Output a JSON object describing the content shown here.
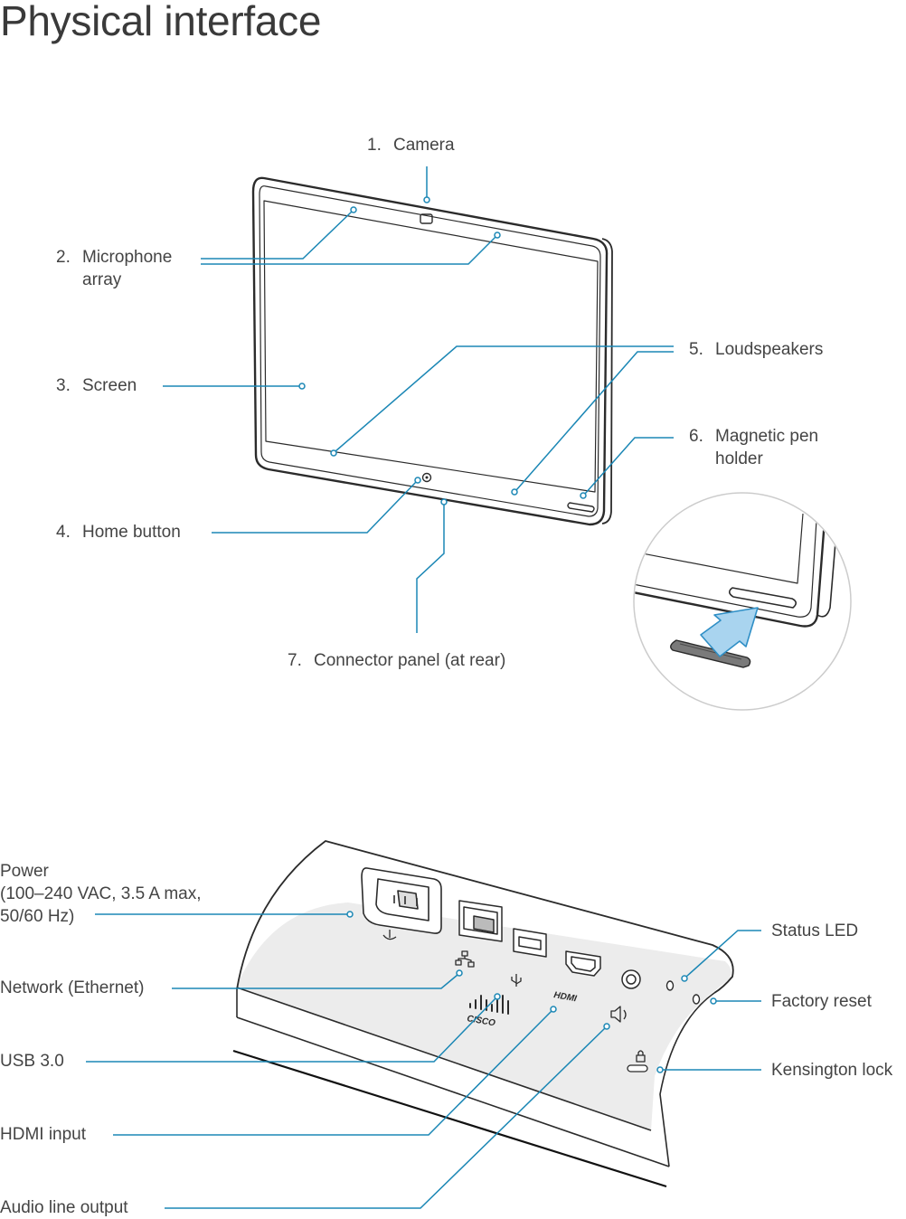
{
  "title": "Physical interface",
  "top_callouts": [
    {
      "num": "1.",
      "text": "Camera"
    },
    {
      "num": "2.",
      "text": "Microphone",
      "text2": "array"
    },
    {
      "num": "3.",
      "text": "Screen"
    },
    {
      "num": "4.",
      "text": "Home button"
    },
    {
      "num": "5.",
      "text": "Loudspeakers"
    },
    {
      "num": "6.",
      "text": "Magnetic pen",
      "text2": "holder"
    },
    {
      "num": "7.",
      "text": "Connector panel (at rear)"
    }
  ],
  "connectors": {
    "power": {
      "line1": "Power",
      "line2": "(100–240 VAC, 3.5 A max,",
      "line3": "50/60 Hz)"
    },
    "network": "Network (Ethernet)",
    "usb": "USB 3.0",
    "hdmi": "HDMI input",
    "audio": "Audio line output",
    "status_led": "Status LED",
    "factory_reset": "Factory reset",
    "kensington": "Kensington lock"
  },
  "panel_marks": {
    "hdmi_text": "HDMI",
    "brand_text": "CISCO"
  },
  "colors": {
    "callout_line": "#1b87b5",
    "outline": "#2b2b2b",
    "panel_fill": "#ececec",
    "arrow_fill": "#a9d4ef",
    "arrow_stroke": "#2f8fc6"
  }
}
